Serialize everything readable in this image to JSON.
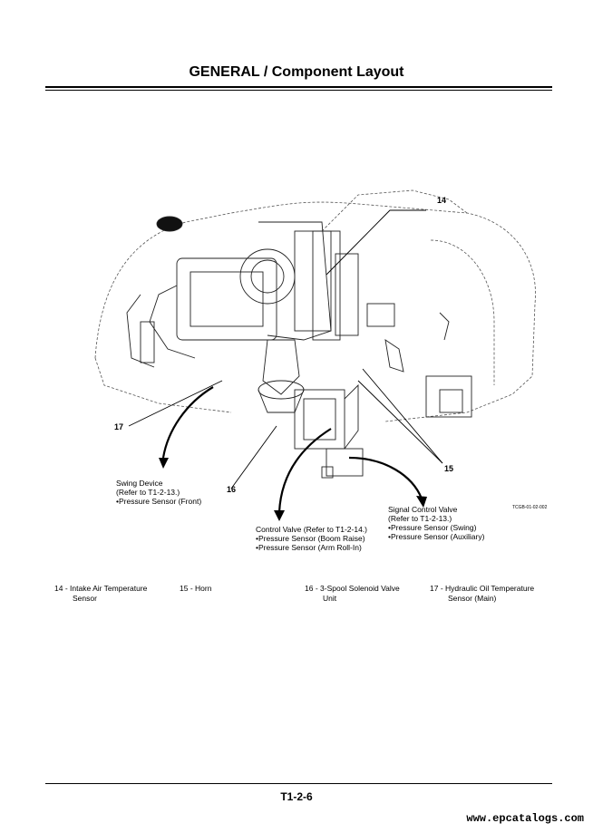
{
  "header": {
    "title": "GENERAL / Component Layout"
  },
  "diagram": {
    "figure_code": "TCGB-01-02-002",
    "callouts": {
      "c14": "14",
      "c15": "15",
      "c16": "16",
      "c17": "17"
    },
    "swing": {
      "line1": "Swing Device",
      "line2": "(Refer to T1-2-13.)",
      "line3": "•Pressure Sensor (Front)"
    },
    "control": {
      "line1": "Control Valve (Refer to T1-2-14.)",
      "line2": "•Pressure Sensor (Boom Raise)",
      "line3": "•Pressure Sensor (Arm Roll-In)"
    },
    "signal": {
      "line1": "Signal Control Valve",
      "line2": "(Refer to T1-2-13.)",
      "line3": "•Pressure Sensor (Swing)",
      "line4": "•Pressure Sensor (Auxiliary)"
    }
  },
  "legend": [
    {
      "num": "14 -",
      "line1": "Intake Air Temperature",
      "line2": "Sensor"
    },
    {
      "num": "15 -",
      "line1": "Horn",
      "line2": ""
    },
    {
      "num": "16 -",
      "line1": "3-Spool Solenoid Valve",
      "line2": "Unit"
    },
    {
      "num": "17 -",
      "line1": "Hydraulic Oil Temperature",
      "line2": "Sensor (Main)"
    }
  ],
  "footer": {
    "page": "T1-2-6",
    "watermark": "www.epcatalogs.com"
  }
}
